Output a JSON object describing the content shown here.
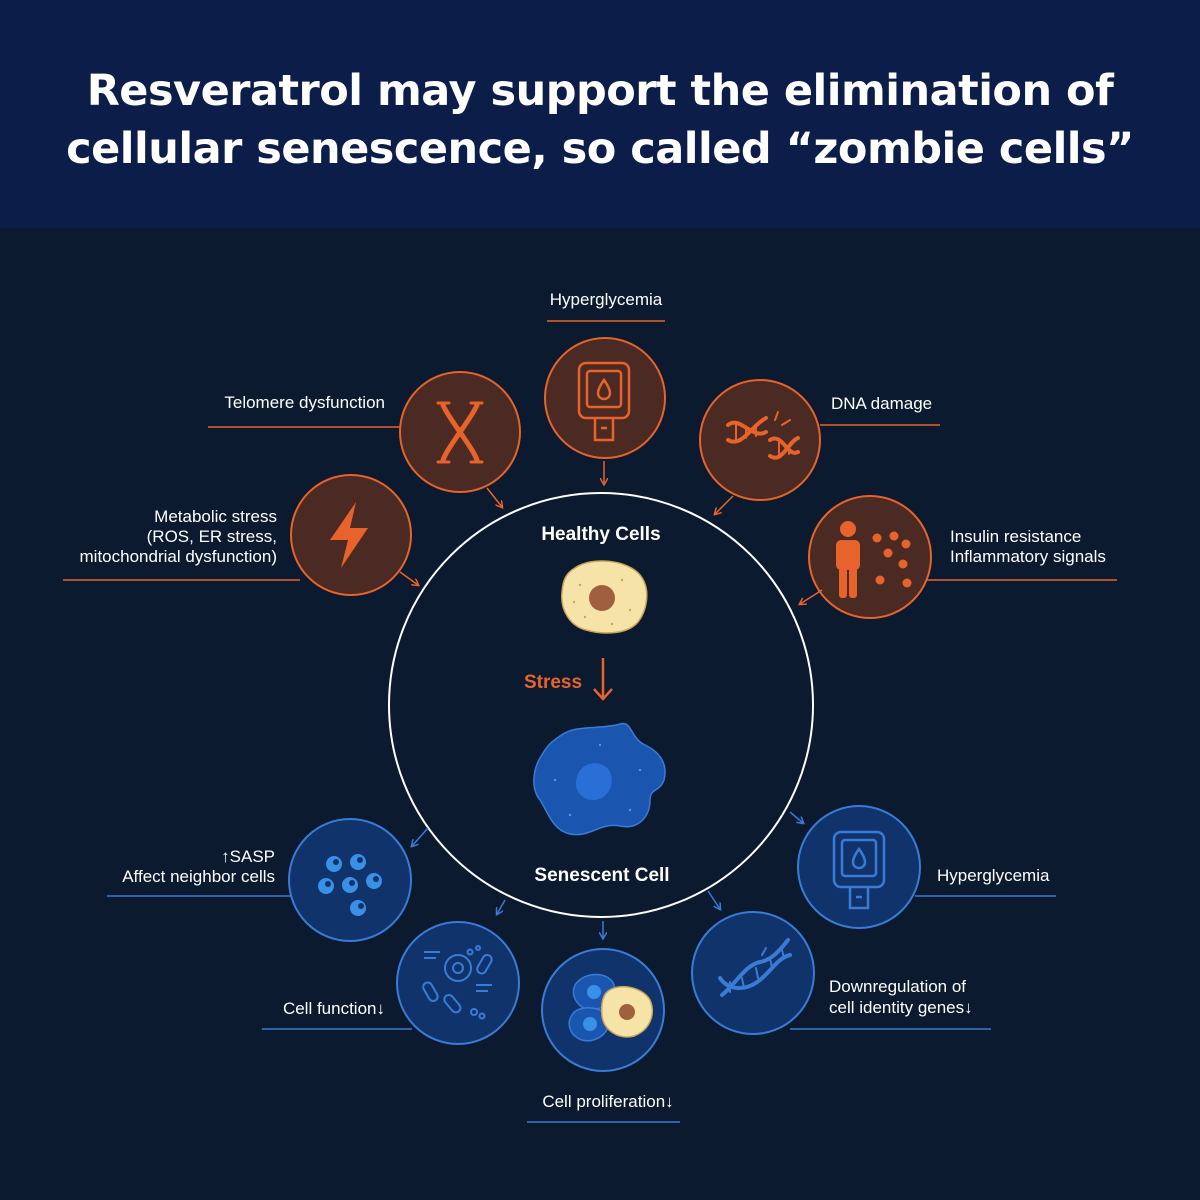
{
  "title": {
    "line1": "Resveratrol may support the elimination of",
    "line2": "cellular senescence, so called “zombie cells”"
  },
  "center": {
    "healthy": "Healthy Cells",
    "stress": "Stress",
    "senescent": "Senescent Cell"
  },
  "causes": [
    {
      "label": "Hyperglycemia",
      "icon": "glucose-meter-icon"
    },
    {
      "label": "Telomere dysfunction",
      "icon": "chromosome-icon"
    },
    {
      "label": "DNA damage",
      "icon": "broken-dna-icon"
    },
    {
      "label_lines": [
        "Metabolic stress",
        "(ROS, ER stress,",
        "mitochondrial dysfunction)"
      ],
      "icon": "lightning-icon"
    },
    {
      "label_lines": [
        "Insulin resistance",
        "Inflammatory signals"
      ],
      "icon": "person-inflammation-icon"
    }
  ],
  "effects": [
    {
      "label_lines": [
        "↑SASP",
        "Affect neighbor cells"
      ],
      "icon": "sasp-particles-icon"
    },
    {
      "label": "Hyperglycemia",
      "icon": "glucose-meter-icon"
    },
    {
      "label": "Cell function↓",
      "icon": "cell-organelles-icon"
    },
    {
      "label": "Cell proliferation↓",
      "icon": "cell-cluster-icon"
    },
    {
      "label_lines": [
        "Downregulation of",
        "cell identity genes↓"
      ],
      "icon": "dna-icon"
    }
  ],
  "colors": {
    "header_bg": "#0c1d4a",
    "page_bg": "#0b1a2e",
    "cause_accent": "#e8632b",
    "cause_fill": "#4a2a22",
    "effect_accent": "#3a7bd5",
    "effect_fill": "#10336b",
    "healthy_cell": "#f6e3a8",
    "nucleus": "#a0603d"
  }
}
